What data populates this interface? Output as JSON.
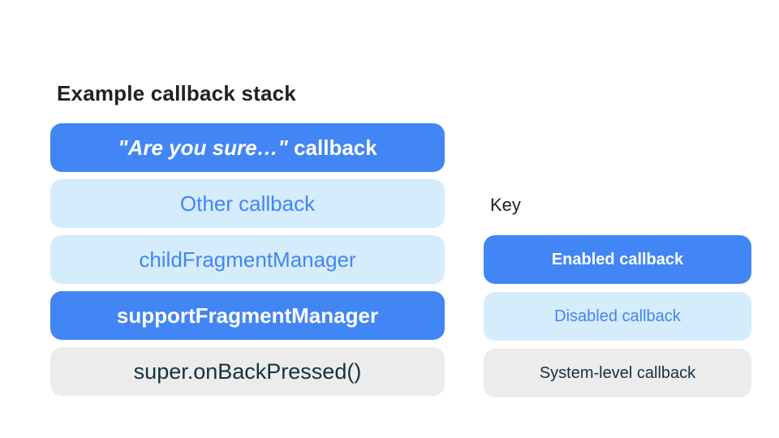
{
  "colors": {
    "enabled_bg": "#4285f4",
    "enabled_text": "#ffffff",
    "disabled_bg": "#d5ecfc",
    "disabled_text": "#4285f4",
    "system_bg": "#ececec",
    "system_text": "#143240",
    "heading_text": "#202124",
    "page_bg": "#ffffff"
  },
  "stack": {
    "title": "Example callback stack",
    "items": [
      {
        "label_italic": "\"Are you sure…\"",
        "label_rest": " callback",
        "type": "enabled"
      },
      {
        "label": "Other callback",
        "type": "disabled"
      },
      {
        "label": "childFragmentManager",
        "type": "disabled"
      },
      {
        "label": "supportFragmentManager",
        "type": "enabled"
      },
      {
        "label": "super.onBackPressed()",
        "type": "system"
      }
    ]
  },
  "key": {
    "title": "Key",
    "items": [
      {
        "label": "Enabled callback",
        "type": "enabled"
      },
      {
        "label": "Disabled callback",
        "type": "disabled"
      },
      {
        "label": "System-level callback",
        "type": "system"
      }
    ]
  }
}
